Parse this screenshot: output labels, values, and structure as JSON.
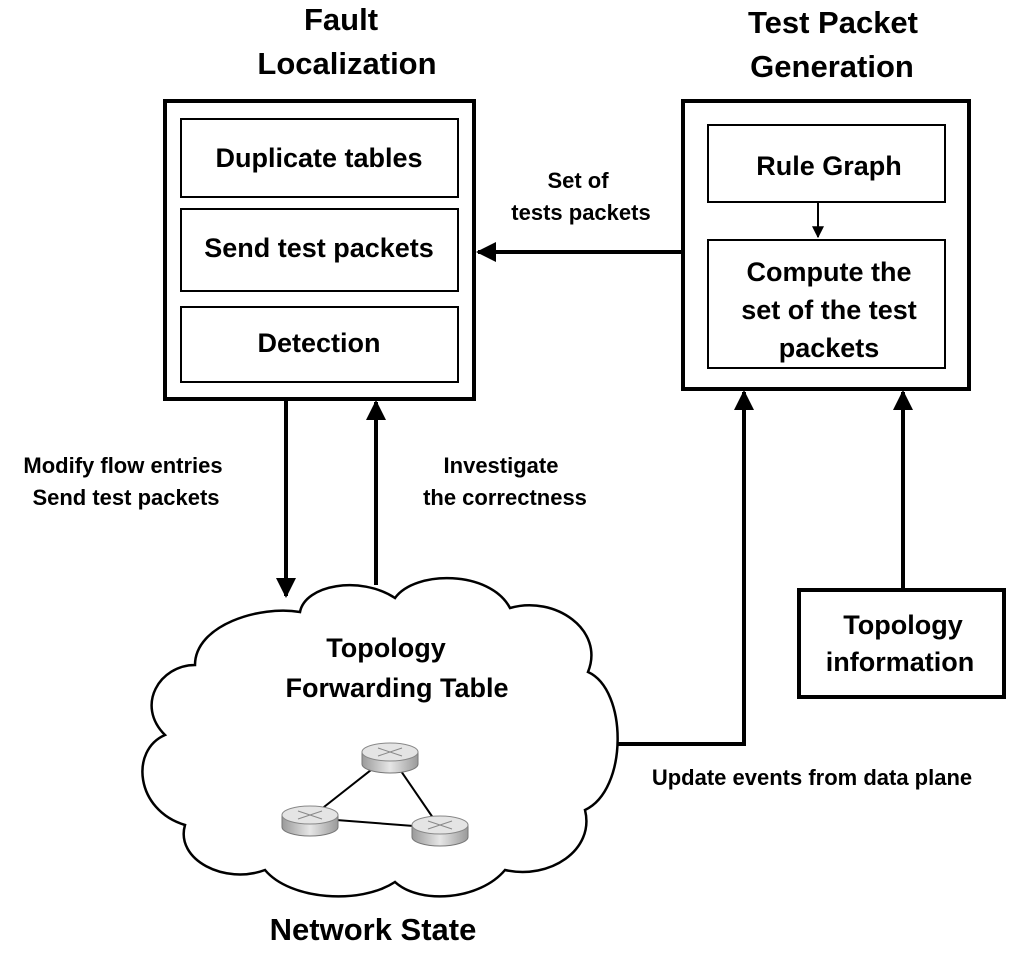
{
  "fault_localization": {
    "title_line1": "Fault",
    "title_line2": "Localization",
    "steps": [
      "Duplicate tables",
      "Send test packets",
      "Detection"
    ]
  },
  "test_packet_generation": {
    "title_line1": "Test Packet",
    "title_line2": "Generation",
    "rule_graph": "Rule Graph",
    "compute_line1": "Compute the",
    "compute_line2": "set of the test",
    "compute_line3": "packets"
  },
  "topology_information": {
    "line1": "Topology",
    "line2": "information"
  },
  "network_state": {
    "cloud_line1": "Topology",
    "cloud_line2": "Forwarding Table",
    "caption": "Network State"
  },
  "edges": {
    "set_of_tests_line1": "Set of",
    "set_of_tests_line2": "tests packets",
    "modify_line1": "Modify flow entries",
    "modify_line2": "Send test packets",
    "investigate_line1": "Investigate",
    "investigate_line2": "the correctness",
    "update_events": "Update events from data plane"
  }
}
